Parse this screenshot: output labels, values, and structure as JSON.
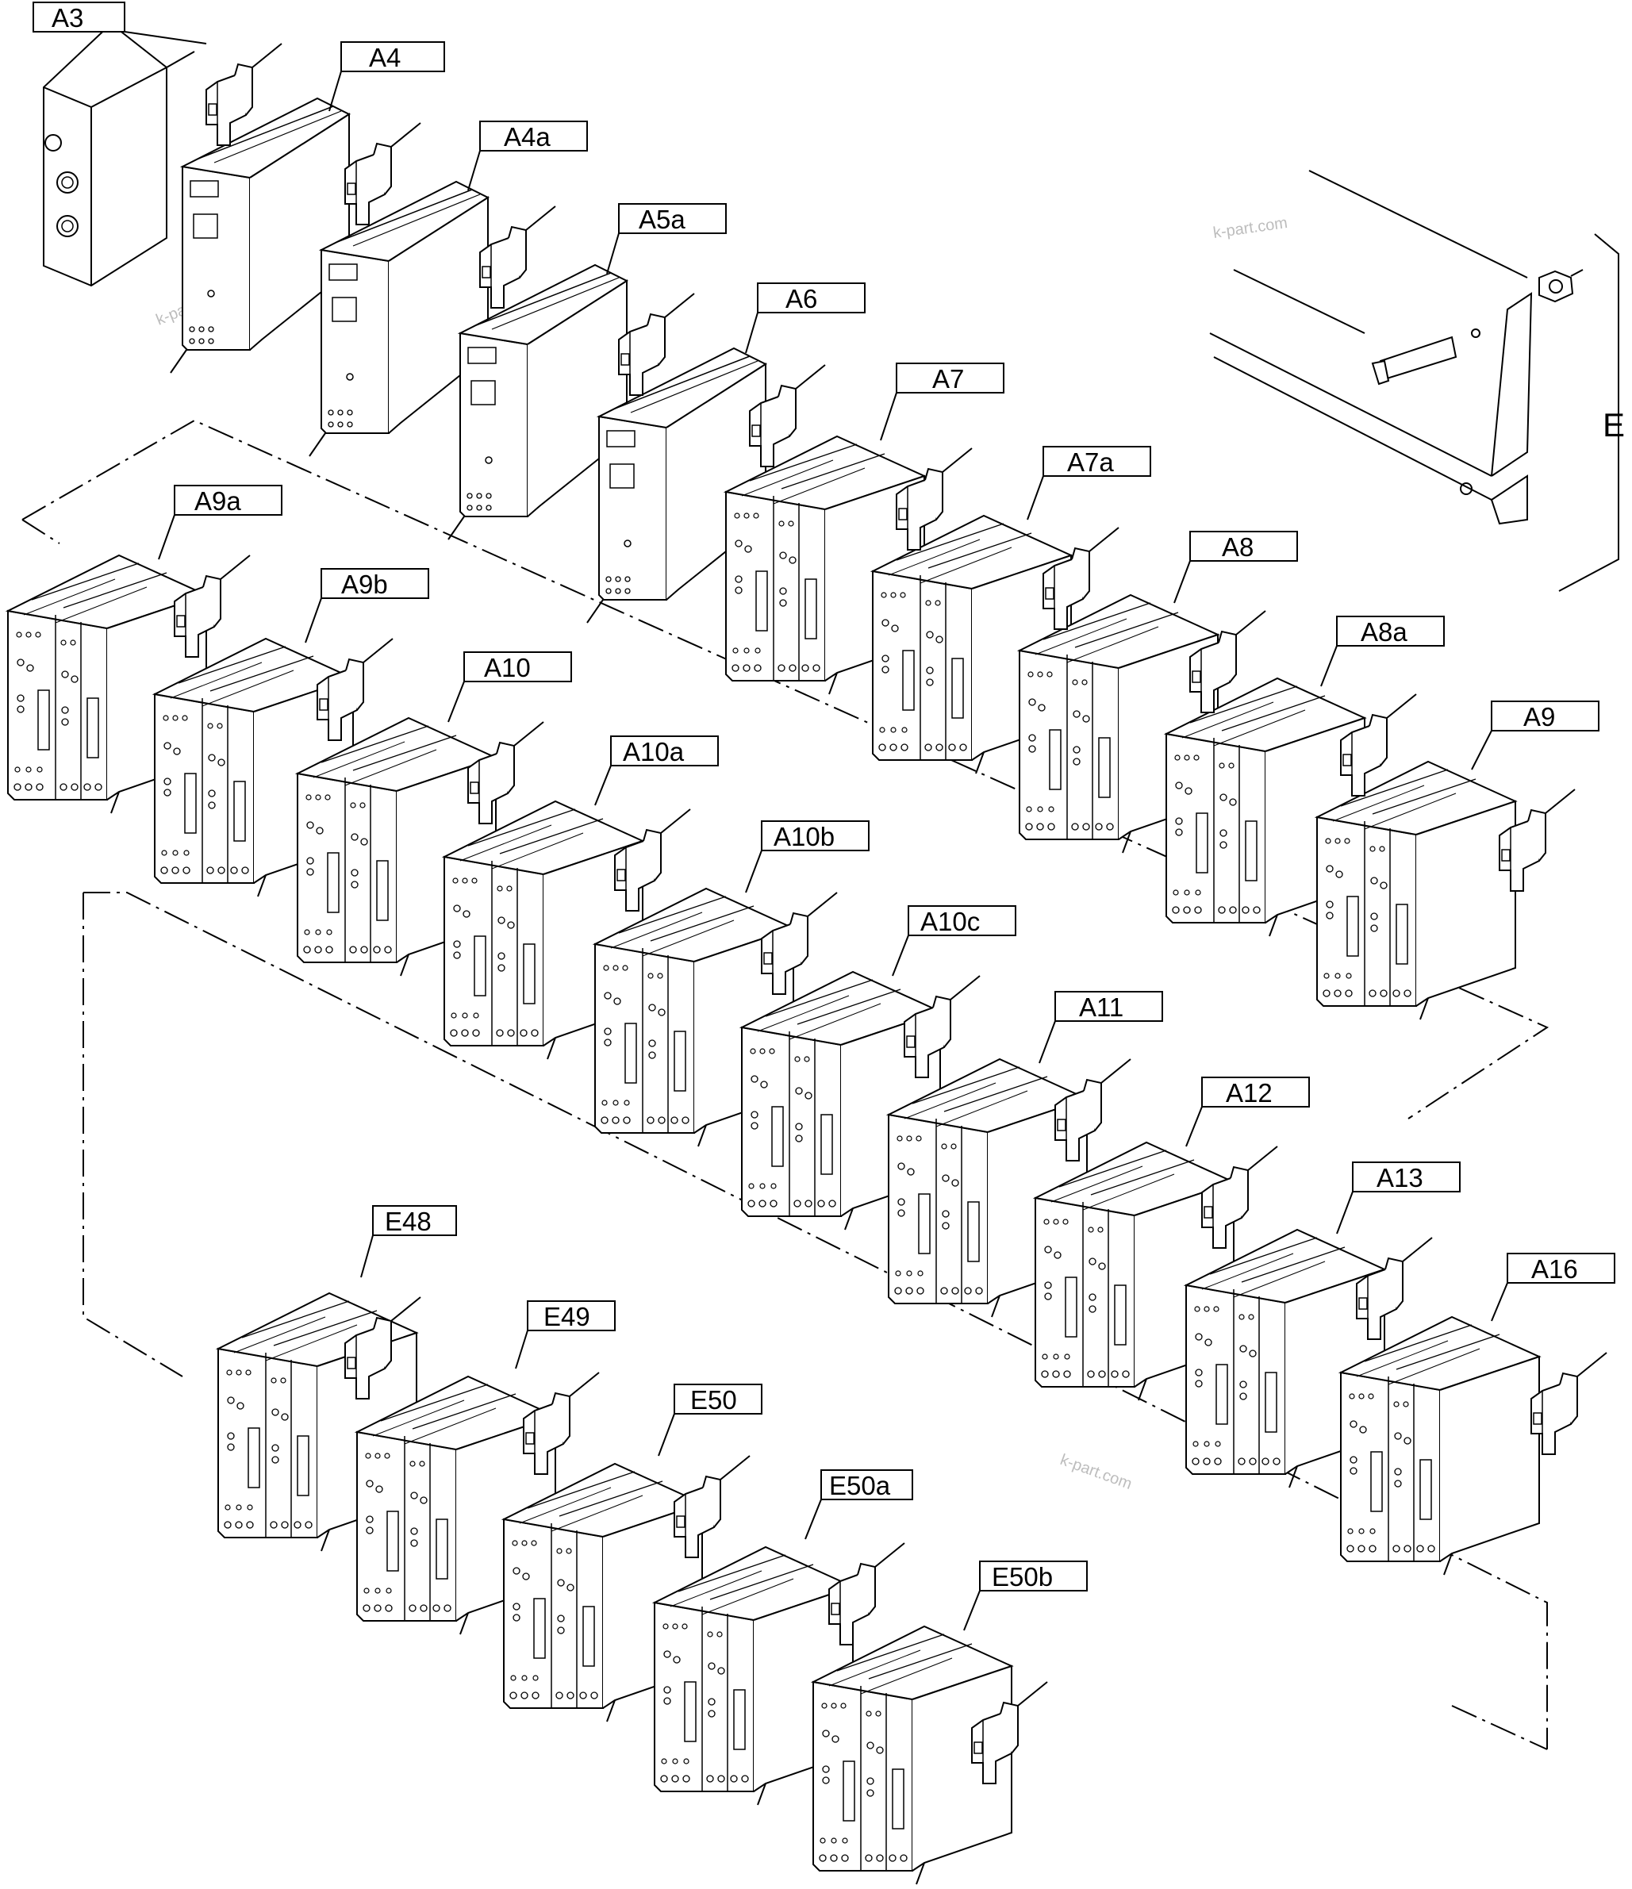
{
  "labels": {
    "A3": "A3",
    "A4": "A4",
    "A4a": "A4a",
    "A5a": "A5a",
    "A6": "A6",
    "A7": "A7",
    "A7a": "A7a",
    "A8": "A8",
    "A8a": "A8a",
    "A9": "A9",
    "A9a": "A9a",
    "A9b": "A9b",
    "A10": "A10",
    "A10a": "A10a",
    "A10b": "A10b",
    "A10c": "A10c",
    "A11": "A11",
    "A12": "A12",
    "A13": "A13",
    "A16": "A16",
    "E48": "E48",
    "E49": "E49",
    "E50": "E50",
    "E50a": "E50a",
    "E50b": "E50b",
    "E": "E"
  },
  "watermark": "k-part.com",
  "colors": {
    "line": "#000000",
    "background": "#ffffff",
    "watermark": "#bdbdbd"
  }
}
